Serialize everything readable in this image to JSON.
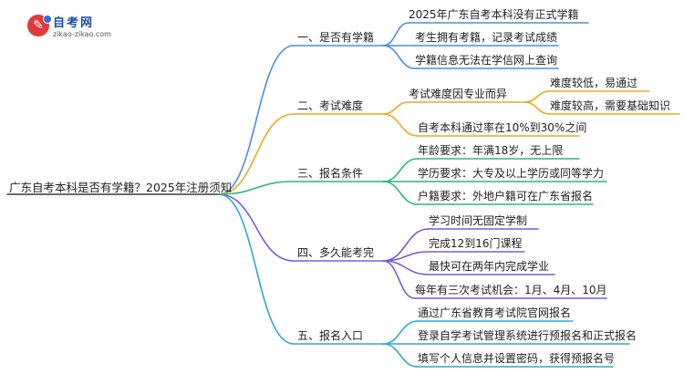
{
  "logo": {
    "name": "自考网",
    "url": "zikao-zikao.com",
    "icon": "graduation-cap-icon"
  },
  "colors": {
    "root": "#3a3a3a",
    "branch1": "#4a8fe0",
    "branch2": "#f0a81e",
    "branch3": "#2db87a",
    "branch4": "#7b5be0",
    "branch5": "#2ea7d6"
  },
  "root": "广东自考本科是否有学籍？2025年注册须知",
  "branches": [
    {
      "label": "一、是否有学籍",
      "children": [
        {
          "label": "2025年广东自考本科没有正式学籍"
        },
        {
          "label": "考生拥有考籍，记录考试成绩"
        },
        {
          "label": "学籍信息无法在学信网上查询"
        }
      ]
    },
    {
      "label": "二、考试难度",
      "children": [
        {
          "label": "考试难度因专业而异",
          "children": [
            {
              "label": "难度较低，易通过"
            },
            {
              "label": "难度较高，需要基础知识"
            }
          ]
        },
        {
          "label": "自考本科通过率在10%到30%之间"
        }
      ]
    },
    {
      "label": "三、报名条件",
      "children": [
        {
          "label": "年龄要求：年满18岁，无上限"
        },
        {
          "label": "学历要求：大专及以上学历或同等学力"
        },
        {
          "label": "户籍要求：外地户籍可在广东省报名"
        }
      ]
    },
    {
      "label": "四、多久能考完",
      "children": [
        {
          "label": "学习时间无固定学制"
        },
        {
          "label": "完成12到16门课程"
        },
        {
          "label": "最快可在两年内完成学业"
        },
        {
          "label": "每年有三次考试机会：1月、4月、10月"
        }
      ]
    },
    {
      "label": "五、报名入口",
      "children": [
        {
          "label": "通过广东省教育考试院官网报名"
        },
        {
          "label": "登录自学考试管理系统进行预报名和正式报名"
        },
        {
          "label": "填写个人信息并设置密码，获得预报名号"
        }
      ]
    }
  ]
}
